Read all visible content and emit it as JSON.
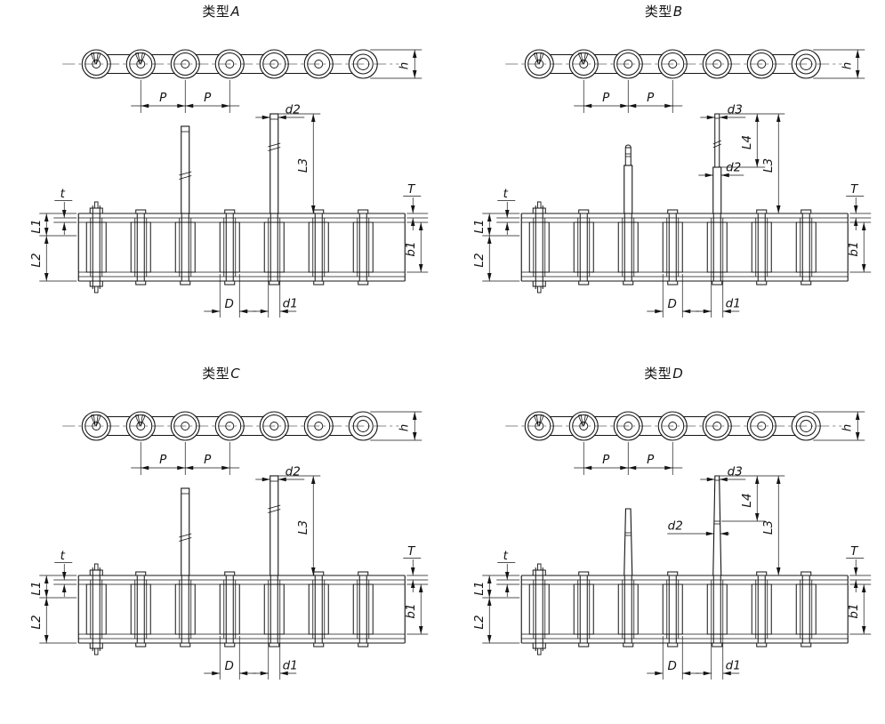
{
  "page": {
    "background": "#ffffff",
    "line_color": "#141414"
  },
  "diagrams": [
    {
      "title_prefix": "类型",
      "title_letter": "A",
      "pin_style": "straight",
      "dims": {
        "pitch": "P",
        "height": "h",
        "tip_dia": "d2",
        "pin_len": "L3",
        "plate_t": "t",
        "plate_T": "T",
        "l1": "L1",
        "l2": "L2",
        "b1": "b1",
        "D": "D",
        "d1": "d1"
      }
    },
    {
      "title_prefix": "类型",
      "title_letter": "B",
      "pin_style": "stepped",
      "dims": {
        "pitch": "P",
        "height": "h",
        "tip_dia": "d3",
        "tip_len": "L4",
        "mid_dia": "d2",
        "mid_dia_side": "right",
        "pin_len": "L3",
        "plate_t": "t",
        "plate_T": "T",
        "l1": "L1",
        "l2": "L2",
        "b1": "b1",
        "D": "D",
        "d1": "d1"
      }
    },
    {
      "title_prefix": "类型",
      "title_letter": "C",
      "pin_style": "straight",
      "dims": {
        "pitch": "P",
        "height": "h",
        "tip_dia": "d2",
        "pin_len": "L3",
        "plate_t": "t",
        "plate_T": "T",
        "l1": "L1",
        "l2": "L2",
        "b1": "b1",
        "D": "D",
        "d1": "d1"
      }
    },
    {
      "title_prefix": "类型",
      "title_letter": "D",
      "pin_style": "tapered",
      "dims": {
        "pitch": "P",
        "height": "h",
        "tip_dia": "d3",
        "tip_len": "L4",
        "mid_dia": "d2",
        "mid_dia_side": "left",
        "pin_len": "L3",
        "plate_t": "t",
        "plate_T": "T",
        "l1": "L1",
        "l2": "L2",
        "b1": "b1",
        "D": "D",
        "d1": "d1"
      }
    }
  ]
}
